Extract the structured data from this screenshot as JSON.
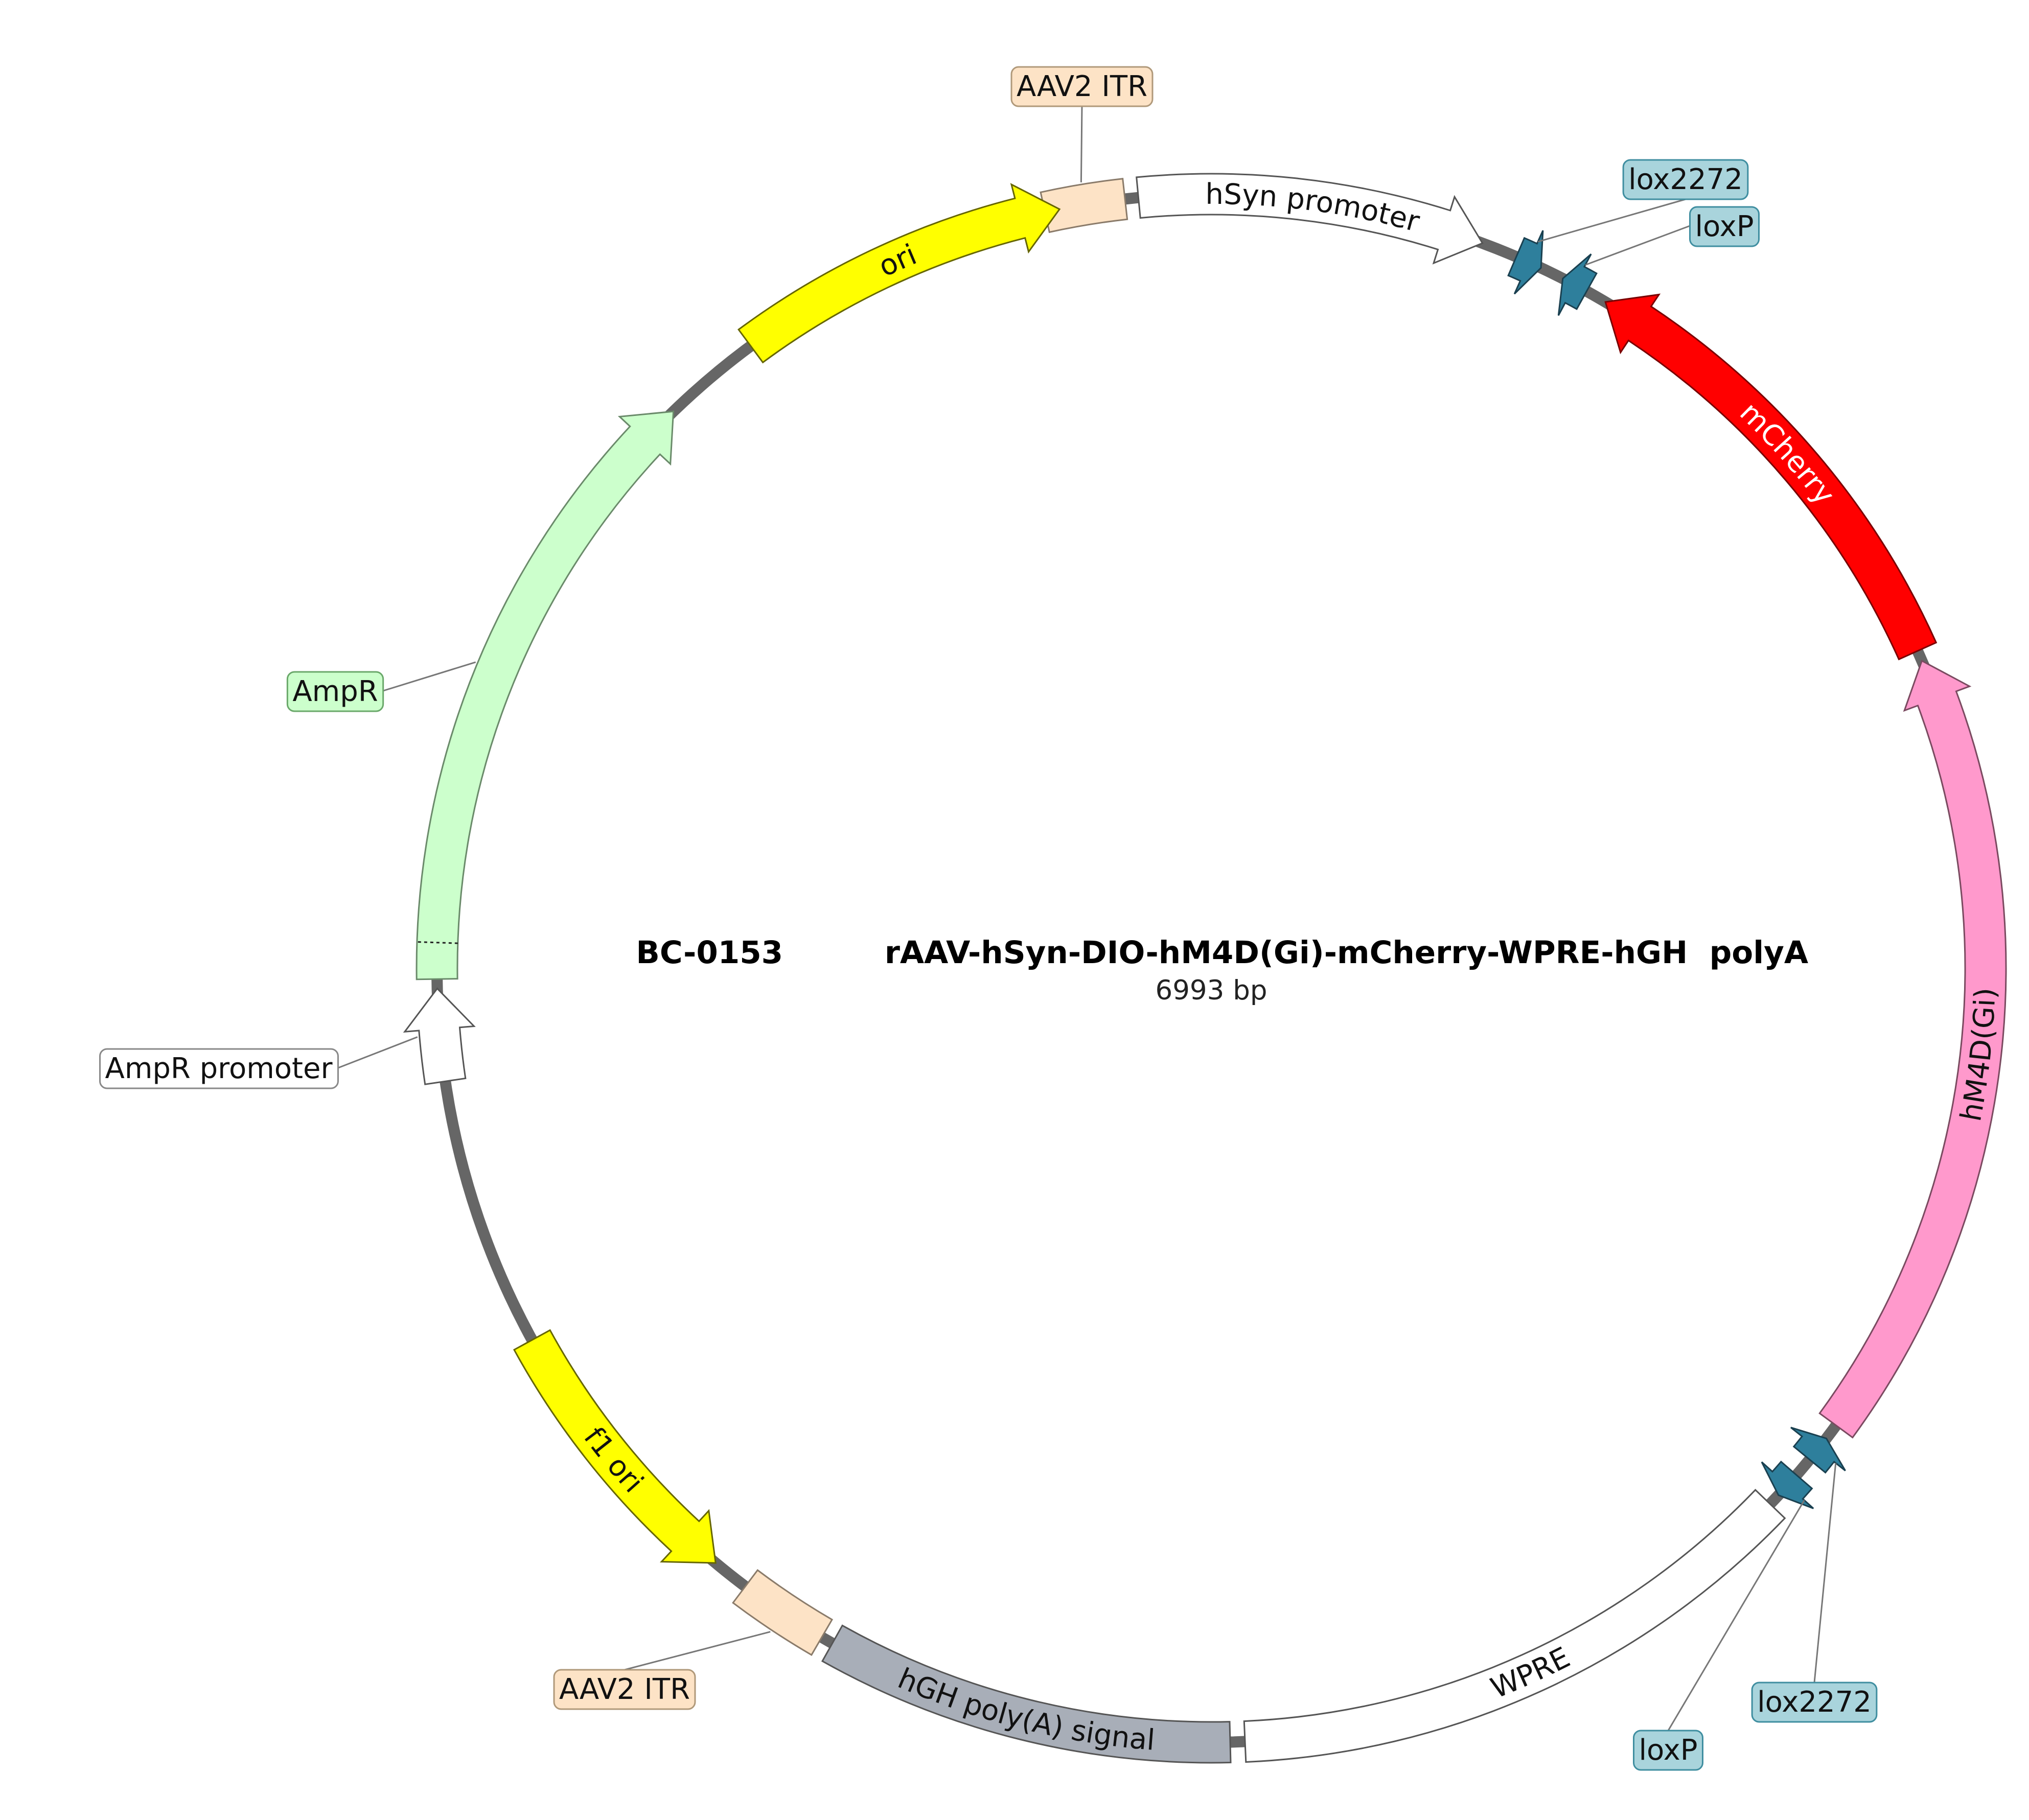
{
  "map": {
    "id": "BC-0153",
    "name": "rAAV-hSyn-DIO-hM4D(Gi)-mCherry-WPRE-hGH  polyA",
    "size": "6993 bp"
  },
  "backbone_color": "#666666",
  "features": [
    {
      "key": "itr-top",
      "label": "AAV2 ITR",
      "start_deg": -12.4,
      "end_deg": -6.4,
      "direction": "none",
      "fill": "#fde3c6",
      "stroke": "#8a7b6a",
      "text_color": "#111111",
      "label_mode": "callout"
    },
    {
      "key": "hsyn",
      "label": "hSyn promoter",
      "start_deg": -5.4,
      "end_deg": 20.5,
      "direction": "forward",
      "fill": "#ffffff",
      "stroke": "#555555",
      "text_color": "#111111",
      "label_mode": "inside"
    },
    {
      "key": "lox2272-top",
      "label": "lox2272",
      "start_deg": 23.2,
      "end_deg": 25.2,
      "direction": "forward",
      "fill": "#2e7f9c",
      "stroke": "#1a4050",
      "text_color": "#111111",
      "label_mode": "callout"
    },
    {
      "key": "loxp-top",
      "label": "loxP",
      "start_deg": 27.0,
      "end_deg": 29.0,
      "direction": "reverse",
      "fill": "#2e7f9c",
      "stroke": "#1a4050",
      "text_color": "#111111",
      "label_mode": "callout"
    },
    {
      "key": "mcherry",
      "label": "mCherry",
      "start_deg": 30.6,
      "end_deg": 65.8,
      "direction": "reverse",
      "fill": "#ff0000",
      "stroke": "#7a0000",
      "text_color": "#ffffff",
      "label_mode": "inside"
    },
    {
      "key": "hm4d",
      "label": "hM4D(Gi)",
      "start_deg": 66.6,
      "end_deg": 126.2,
      "direction": "reverse",
      "fill": "#ff99cc",
      "stroke": "#7a4a60",
      "text_color": "#111111",
      "label_mode": "inside"
    },
    {
      "key": "lox2272-bottom",
      "label": "lox2272",
      "start_deg": 127.4,
      "end_deg": 129.4,
      "direction": "reverse",
      "fill": "#2e7f9c",
      "stroke": "#1a4050",
      "text_color": "#111111",
      "label_mode": "callout"
    },
    {
      "key": "loxp-bottom",
      "label": "loxP",
      "start_deg": 130.9,
      "end_deg": 132.9,
      "direction": "forward",
      "fill": "#2e7f9c",
      "stroke": "#1a4050",
      "text_color": "#111111",
      "label_mode": "callout"
    },
    {
      "key": "wpre",
      "label": "WPRE",
      "start_deg": 133.8,
      "end_deg": 177.5,
      "direction": "none",
      "fill": "#ffffff",
      "stroke": "#555555",
      "text_color": "#111111",
      "label_mode": "inside"
    },
    {
      "key": "hgh",
      "label": "hGH poly(A) signal",
      "start_deg": 178.6,
      "end_deg": 209.3,
      "direction": "none",
      "fill": "#a8aeb8",
      "stroke": "#555555",
      "text_color": "#111111",
      "label_mode": "inside"
    },
    {
      "key": "itr-bottom",
      "label": "AAV2 ITR",
      "start_deg": 210.2,
      "end_deg": 217.0,
      "direction": "none",
      "fill": "#fde3c6",
      "stroke": "#8a7b6a",
      "text_color": "#111111",
      "label_mode": "callout"
    },
    {
      "key": "f1ori",
      "label": "f1 ori",
      "start_deg": 219.8,
      "end_deg": 241.3,
      "direction": "reverse",
      "fill": "#ffff00",
      "stroke": "#666600",
      "text_color": "#111111",
      "label_mode": "inside"
    },
    {
      "key": "ampr-promoter",
      "label": "AmpR promoter",
      "start_deg": 261.6,
      "end_deg": 268.5,
      "direction": "forward",
      "fill": "#ffffff",
      "stroke": "#555555",
      "text_color": "#111111",
      "label_mode": "callout"
    },
    {
      "key": "ampr",
      "label": "AmpR",
      "start_deg": 269.2,
      "end_deg": 316.0,
      "direction": "forward",
      "fill": "#ccffcc",
      "stroke": "#6a8a6a",
      "text_color": "#111111",
      "label_mode": "callout",
      "dotted_tick_deg": 271.9
    },
    {
      "key": "ori",
      "label": "ori",
      "start_deg": 323.5,
      "end_deg": 348.7,
      "direction": "forward",
      "fill": "#ffff00",
      "stroke": "#666600",
      "text_color": "#111111",
      "label_mode": "inside"
    }
  ],
  "callouts": [
    {
      "key": "itr-top",
      "text": "AAV2 ITR",
      "fill": "#fde3c6",
      "stroke": "#b0997a"
    },
    {
      "key": "lox2272-top",
      "text": "lox2272",
      "fill": "#a9d4dc",
      "stroke": "#3f8ea0"
    },
    {
      "key": "loxp-top",
      "text": "loxP",
      "fill": "#a9d4dc",
      "stroke": "#3f8ea0"
    },
    {
      "key": "lox2272-bottom",
      "text": "lox2272",
      "fill": "#a9d4dc",
      "stroke": "#3f8ea0"
    },
    {
      "key": "loxp-bottom",
      "text": "loxP",
      "fill": "#a9d4dc",
      "stroke": "#3f8ea0"
    },
    {
      "key": "itr-bottom",
      "text": "AAV2 ITR",
      "fill": "#fde3c6",
      "stroke": "#b0997a"
    },
    {
      "key": "ampr-promoter",
      "text": "AmpR promoter",
      "fill": "#ffffff",
      "stroke": "#888888"
    },
    {
      "key": "ampr",
      "text": "AmpR",
      "fill": "#ccffcc",
      "stroke": "#6aa86a"
    }
  ]
}
